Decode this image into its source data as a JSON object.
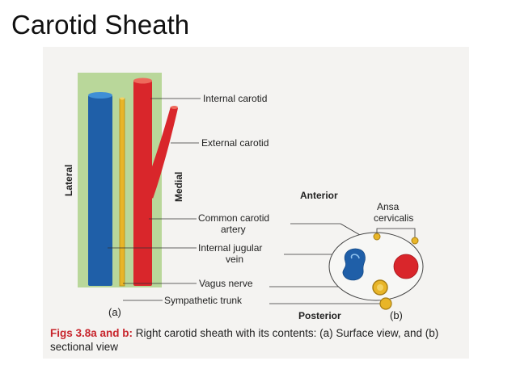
{
  "slide": {
    "title": "Carotid Sheath"
  },
  "figure": {
    "surface_view": {
      "side_left": "Lateral",
      "side_right": "Medial",
      "labels": {
        "internal_carotid": "Internal carotid",
        "external_carotid": "External carotid",
        "common_carotid_1": "Common carotid",
        "common_carotid_2": "artery",
        "internal_jugular_1": "Internal jugular",
        "internal_jugular_2": "vein",
        "vagus": "Vagus nerve",
        "sympathetic": "Sympathetic trunk"
      },
      "panel_label": "(a)"
    },
    "sectional_view": {
      "anterior": "Anterior",
      "posterior": "Posterior",
      "ansa_1": "Ansa",
      "ansa_2": "cervicalis",
      "panel_label": "(b)"
    },
    "caption": {
      "fig_ref": "Figs 3.8a and b:",
      "text": " Right carotid sheath with its contents: (a) Surface view, and (b) sectional view"
    }
  },
  "colors": {
    "vein_blue": "#1f5fa8",
    "artery_red": "#d9262b",
    "nerve_yellow": "#e8b528",
    "sheath_green": "#b9d79a",
    "figure_ref_red": "#c8262d"
  }
}
